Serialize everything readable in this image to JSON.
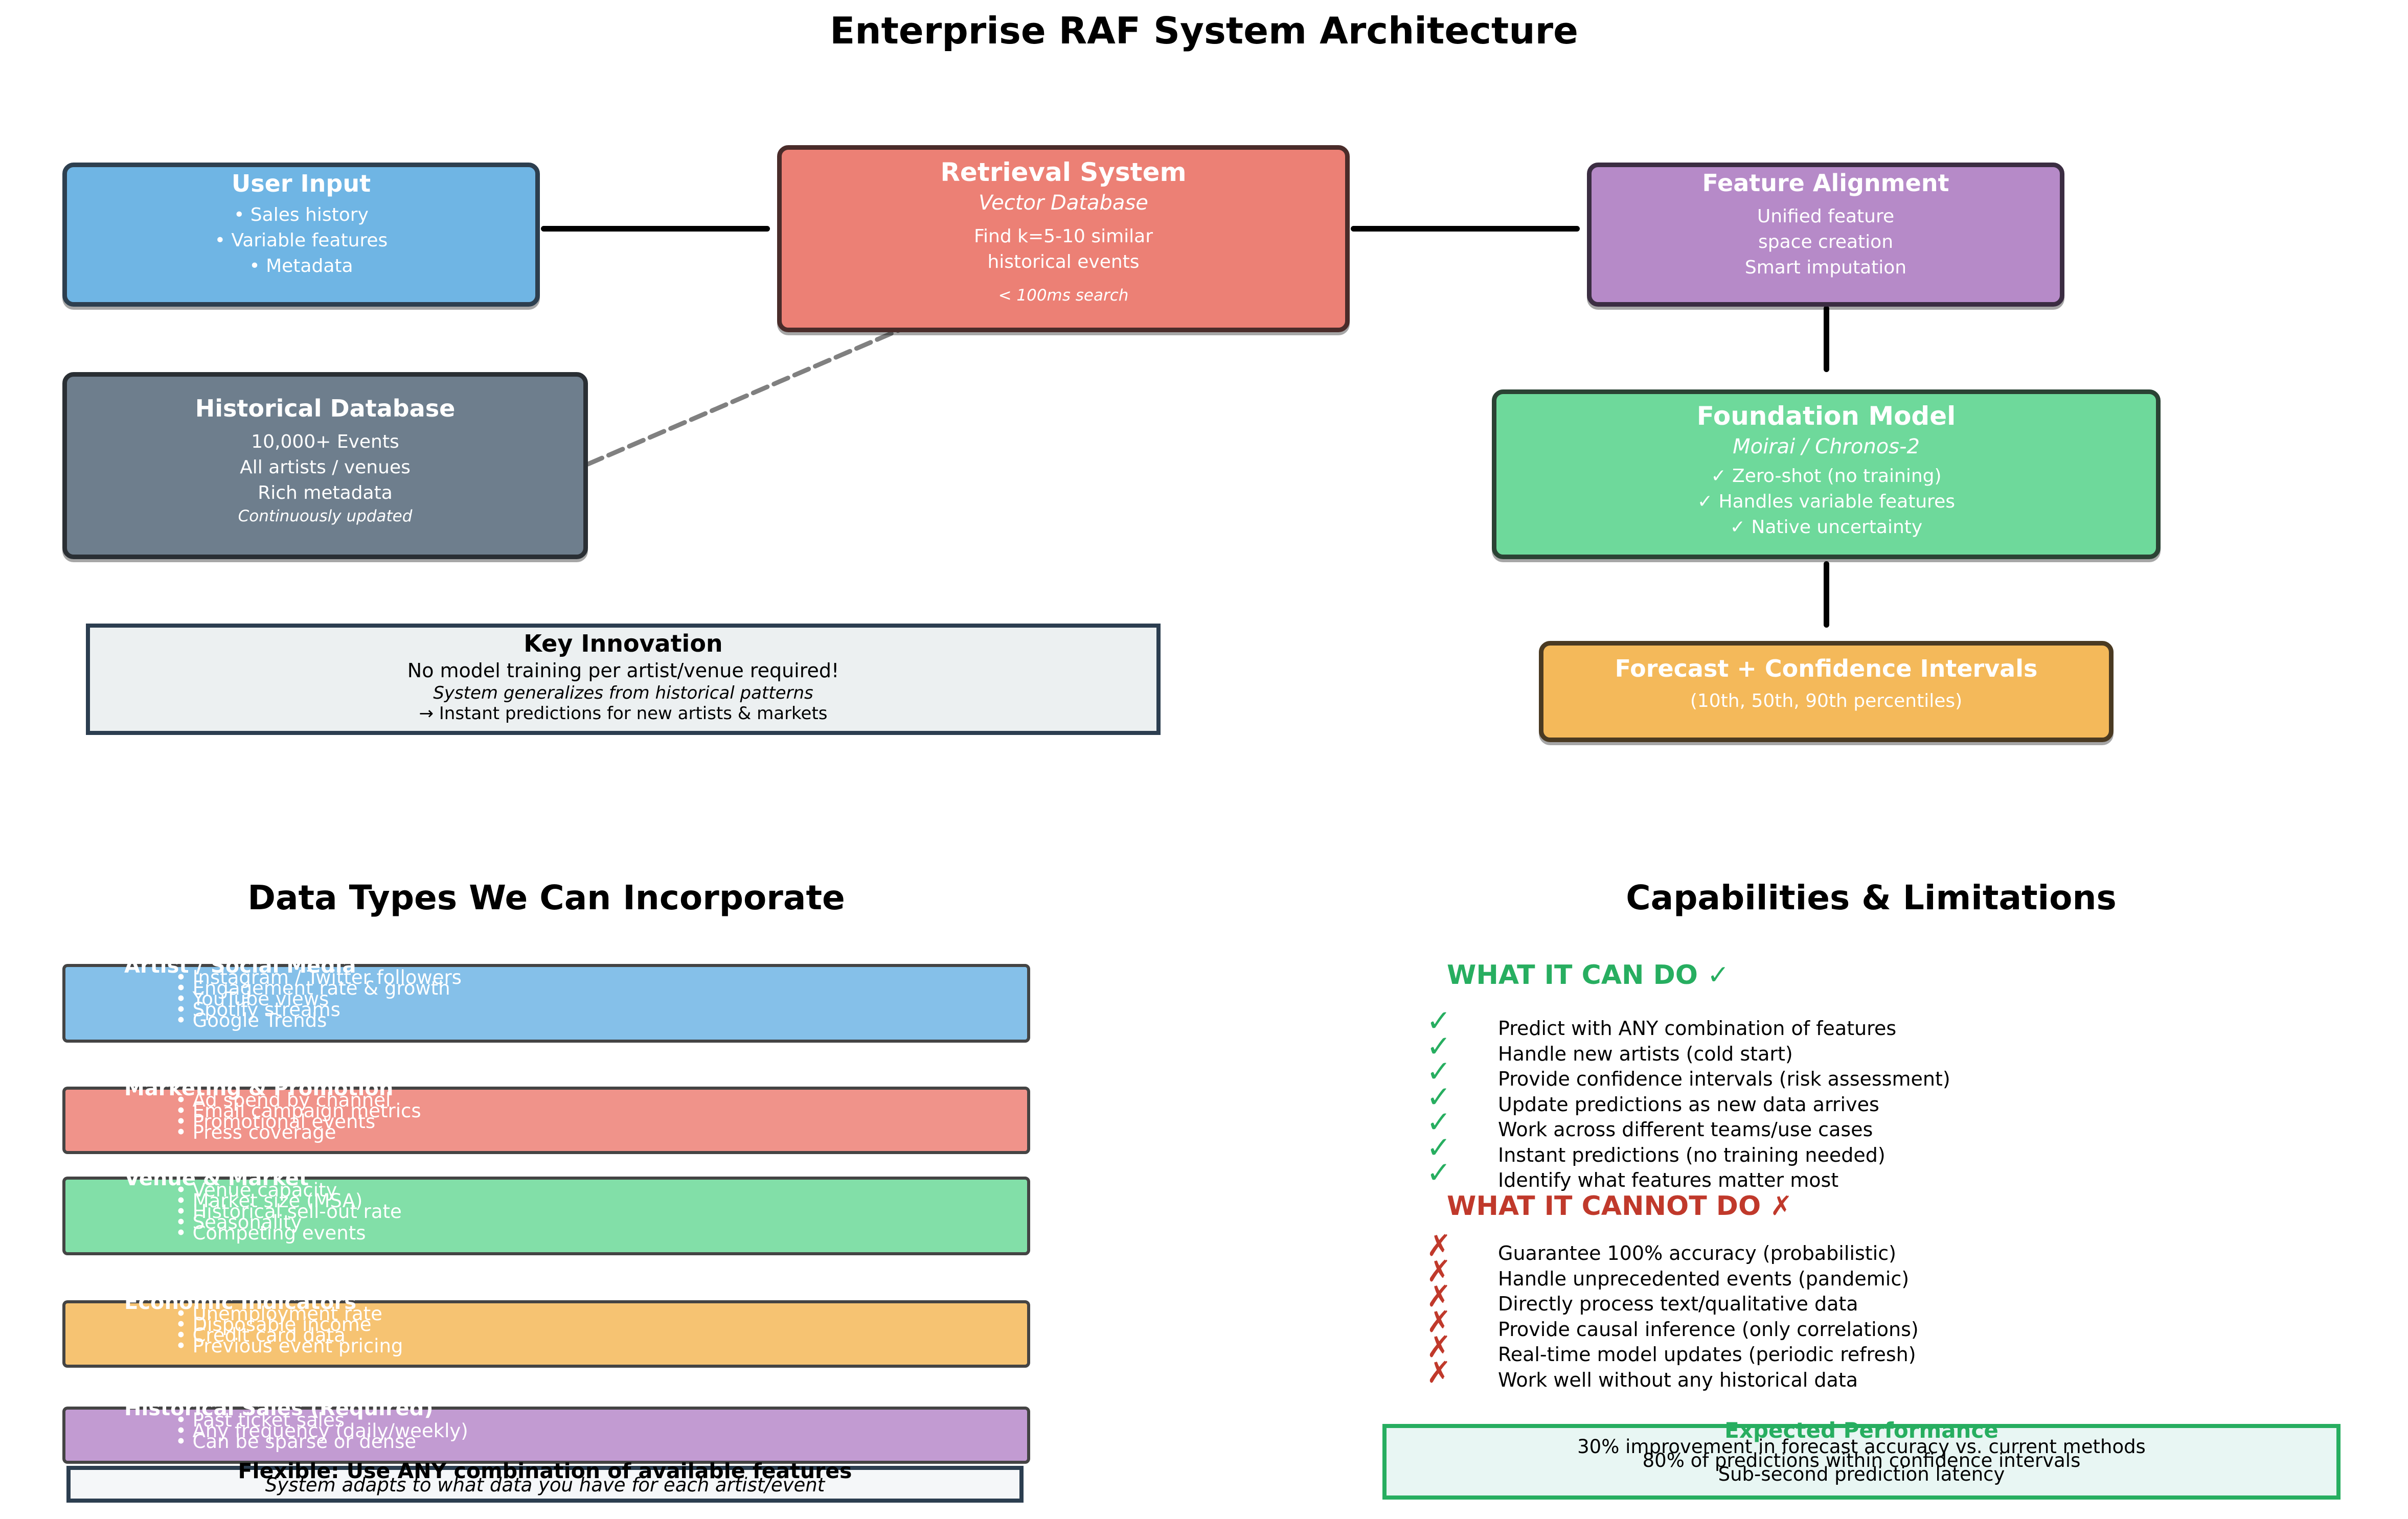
{
  "title": "Enterprise RAF System Architecture",
  "colors": {
    "user_input": "#6fb5e4",
    "retrieval": "#ec8075",
    "feature_alignment": "#b68ac8",
    "historical_db": "#6e7e8d",
    "foundation_model": "#6ed99b",
    "forecast": "#f4b95a",
    "success": "#27ae60",
    "danger": "#c0392b",
    "dark_border": "#2c3e50"
  },
  "architecture": {
    "user_input": {
      "title": "User Input",
      "lines": [
        "• Sales history",
        "• Variable features",
        "• Metadata"
      ]
    },
    "retrieval_system": {
      "title": "Retrieval System",
      "subtitle": "Vector Database",
      "lines": [
        "Find k=5-10 similar",
        "historical events"
      ],
      "note": "< 100ms search"
    },
    "feature_alignment": {
      "title": "Feature Alignment",
      "lines": [
        "Unified feature",
        "space creation",
        "Smart imputation"
      ]
    },
    "historical_database": {
      "title": "Historical Database",
      "lines": [
        "10,000+ Events",
        "All artists / venues",
        "Rich metadata"
      ],
      "note": "Continuously updated"
    },
    "foundation_model": {
      "title": "Foundation Model",
      "subtitle": "Moirai / Chronos-2",
      "lines": [
        "✓ Zero-shot (no training)",
        "✓ Handles variable features",
        "✓ Native uncertainty"
      ]
    },
    "forecast": {
      "title": "Forecast + Confidence Intervals",
      "subtitle": "(10th, 50th, 90th percentiles)"
    },
    "key_innovation": {
      "title": "Key Innovation",
      "line1": "No model training per artist/venue required!",
      "line2": "System generalizes from historical patterns",
      "line3": "→ Instant predictions for new artists & markets"
    }
  },
  "data_types": {
    "heading": "Data Types We Can Incorporate",
    "groups": [
      {
        "title": "Artist / Social Media",
        "color": "#85c0e9",
        "items": [
          "• Instagram / Twitter followers",
          "• Engagement rate & growth",
          "• YouTube views",
          "• Spotify streams",
          "• Google Trends"
        ]
      },
      {
        "title": "Marketing & Promotion",
        "color": "#f0938a",
        "items": [
          "• Ad spend by channel",
          "• Email campaign metrics",
          "• Promotional events",
          "• Press coverage"
        ]
      },
      {
        "title": "Venue & Market",
        "color": "#82dfa8",
        "items": [
          "• Venue capacity",
          "• Market size (MSA)",
          "• Historical sell-out rate",
          "• Seasonality",
          "• Competing events"
        ]
      },
      {
        "title": "Economic Indicators",
        "color": "#f6c372",
        "items": [
          "• Unemployment rate",
          "• Disposable income",
          "• Credit card data",
          "• Previous event pricing"
        ]
      },
      {
        "title": "Historical Sales (Required)",
        "color": "#c29bd2",
        "items": [
          "• Past ticket sales",
          "• Any frequency (daily/weekly)",
          "• Can be sparse or dense"
        ]
      }
    ],
    "flexible": {
      "title": "Flexible: Use ANY combination of available features",
      "subtitle": "System adapts to what data you have for each artist/event"
    }
  },
  "capabilities": {
    "heading": "Capabilities & Limitations",
    "can_do_title": "WHAT IT CAN DO ✓",
    "can_do_mark": "✓",
    "can_do": [
      "Predict with ANY combination of features",
      "Handle new artists (cold start)",
      "Provide confidence intervals (risk assessment)",
      "Update predictions as new data arrives",
      "Work across different teams/use cases",
      "Instant predictions (no training needed)",
      "Identify what features matter most"
    ],
    "cannot_do_title": "WHAT IT CANNOT DO ✗",
    "cannot_do_mark": "✗",
    "cannot_do": [
      "Guarantee 100% accuracy (probabilistic)",
      "Handle unprecedented events (pandemic)",
      "Directly process text/qualitative data",
      "Provide causal inference (only correlations)",
      "Real-time model updates (periodic refresh)",
      "Work well without any historical data"
    ],
    "performance": {
      "title": "Expected Performance",
      "lines": [
        "30% improvement in forecast accuracy vs. current methods",
        "80% of predictions within confidence intervals",
        "Sub-second prediction latency"
      ]
    }
  }
}
